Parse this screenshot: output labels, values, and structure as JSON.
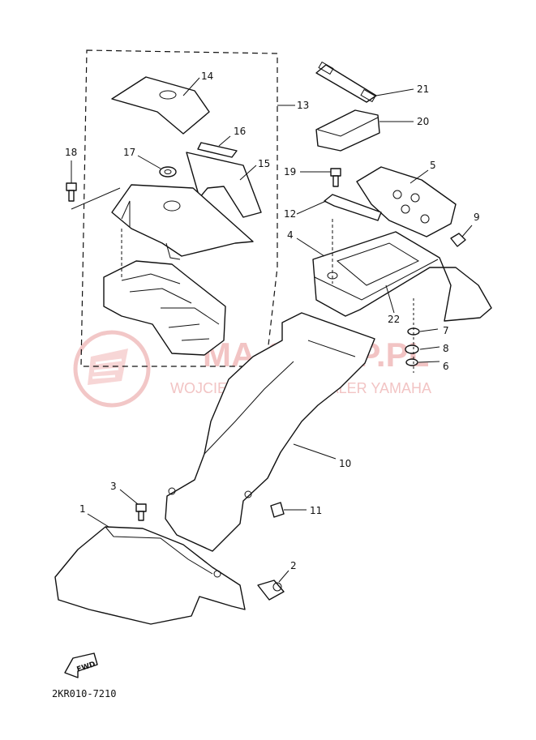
{
  "watermark": {
    "title": "MA-SKLEP.PL",
    "subtitle": "WOJCIECHOWICZ | DEALER YAMAHA",
    "color": "#f2c4c4"
  },
  "diagram_code": "2KR010-7210",
  "fwd_label": "FWD",
  "callouts": [
    "1",
    "2",
    "3",
    "4",
    "5",
    "6",
    "7",
    "8",
    "9",
    "10",
    "11",
    "12",
    "13",
    "14",
    "15",
    "16",
    "17",
    "18",
    "19",
    "20",
    "21",
    "22"
  ]
}
